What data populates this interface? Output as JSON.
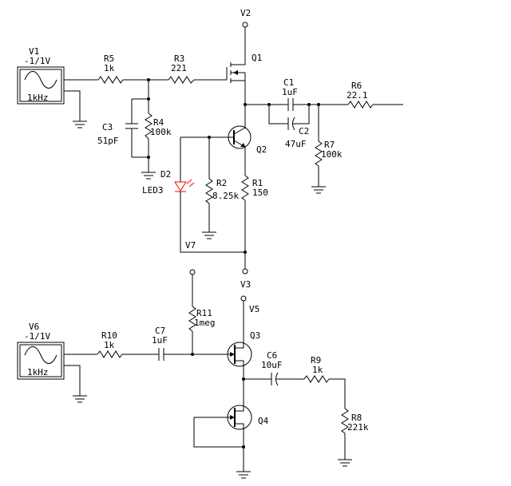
{
  "colors": {
    "wire": "#000000",
    "background": "#ffffff",
    "led": "#ff0000"
  },
  "rails": {
    "v2": "V2",
    "v3": "V3",
    "v5": "V5",
    "v7": "V7"
  },
  "sources": {
    "v1": {
      "name": "V1",
      "amplitude": "-1/1V",
      "freq": "1kHz"
    },
    "v6": {
      "name": "V6",
      "amplitude": "-1/1V",
      "freq": "1kHz"
    }
  },
  "resistors": {
    "r1": {
      "name": "R1",
      "value": "150"
    },
    "r2": {
      "name": "R2",
      "value": "8.25k"
    },
    "r3": {
      "name": "R3",
      "value": "221"
    },
    "r4": {
      "name": "R4",
      "value": "100k"
    },
    "r5": {
      "name": "R5",
      "value": "1k"
    },
    "r6": {
      "name": "R6",
      "value": "22.1"
    },
    "r7": {
      "name": "R7",
      "value": "100k"
    },
    "r8": {
      "name": "R8",
      "value": "221k"
    },
    "r9": {
      "name": "R9",
      "value": "1k"
    },
    "r10": {
      "name": "R10",
      "value": "1k"
    },
    "r11": {
      "name": "R11",
      "value": "1meg"
    }
  },
  "capacitors": {
    "c1": {
      "name": "C1",
      "value": "1uF"
    },
    "c2": {
      "name": "C2",
      "value": "47uF"
    },
    "c3": {
      "name": "C3",
      "value": "51pF"
    },
    "c6": {
      "name": "C6",
      "value": "10uF"
    },
    "c7": {
      "name": "C7",
      "value": "1uF"
    }
  },
  "transistors": {
    "q1": "Q1",
    "q2": "Q2",
    "q3": "Q3",
    "q4": "Q4"
  },
  "diodes": {
    "d2": {
      "name": "D2",
      "value": "LED3"
    }
  }
}
